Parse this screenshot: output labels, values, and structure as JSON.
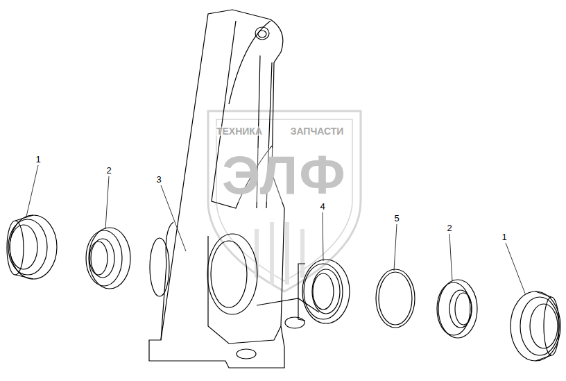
{
  "diagram": {
    "labels": [
      "ТЕХНИКА",
      "ЗАПЧАСТИ",
      "ЭЛФ",
      "1",
      "2",
      "3",
      "4",
      "5",
      "2",
      "1"
    ]
  }
}
